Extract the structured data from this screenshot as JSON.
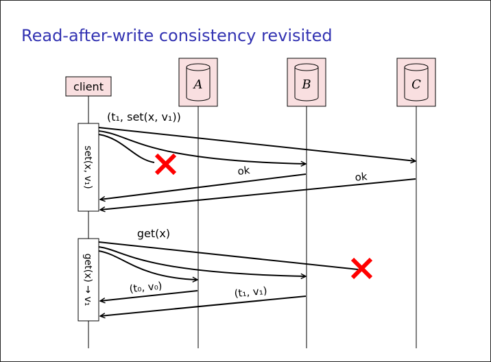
{
  "slide": {
    "title": "Read-after-write consistency revisited"
  },
  "participants": [
    {
      "id": "client",
      "label": "client"
    },
    {
      "id": "A",
      "label": "A"
    },
    {
      "id": "B",
      "label": "B"
    },
    {
      "id": "C",
      "label": "C"
    }
  ],
  "messages": {
    "set_request": "(t₁, set(x, v₁))",
    "ok_b": "ok",
    "ok_c": "ok",
    "get_request": "get(x)",
    "resp_a": "(t₀, v₀)",
    "resp_b": "(t₁, v₁)"
  },
  "activations": {
    "set_box": "set(x, v₁)",
    "get_box": "get(x) → v₁"
  },
  "colors": {
    "title": "#3333b2",
    "node_fill": "#f9dfe0",
    "failure_mark": "#ff0000"
  },
  "icons": {
    "failure": "red-x-icon",
    "replica": "cylinder-icon"
  }
}
